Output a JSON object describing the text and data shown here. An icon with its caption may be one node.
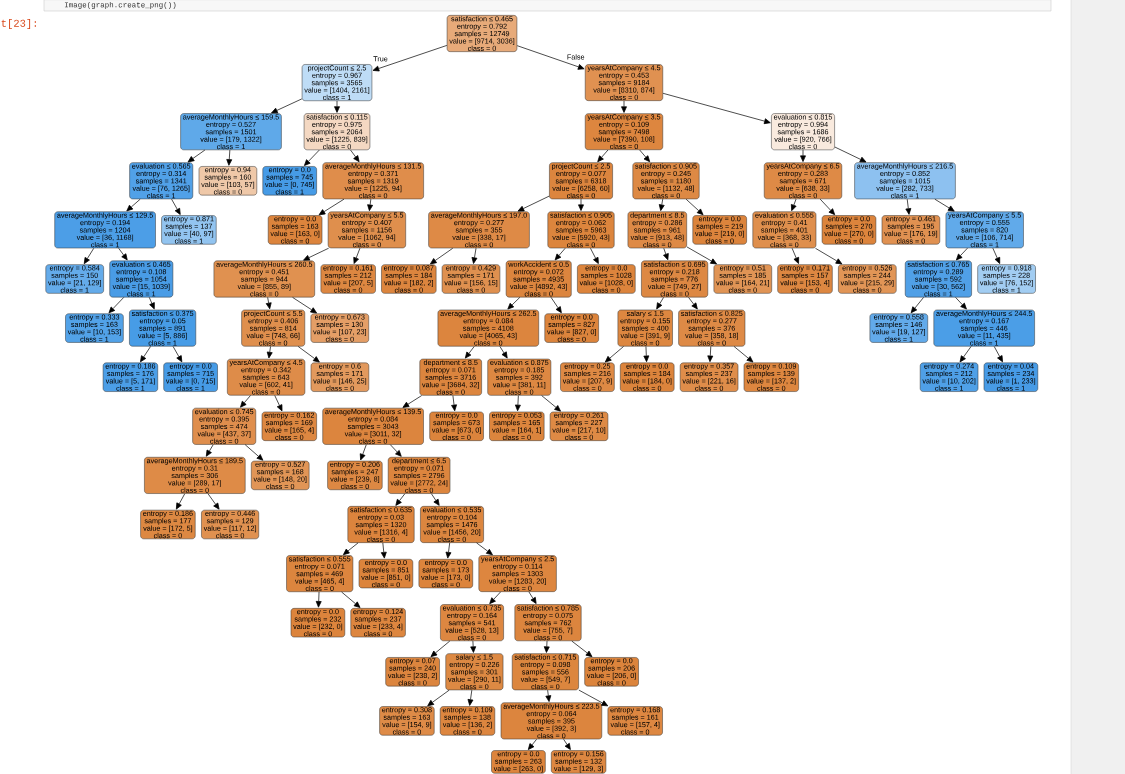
{
  "diagram": {
    "nodes": [
      {
        "text": [
          "satisfaction ≤ 0.465",
          "entropy = 0.792",
          "samples = 12749",
          "value = [9714, 3036]",
          "class = 0"
        ]
      },
      {
        "text": [
          "projectCount ≤ 2.5",
          "entropy = 0.967",
          "samples = 3565",
          "value = [1404, 2161]",
          "class = 1"
        ]
      },
      {
        "text": [
          "yearsAtCompany ≤ 4.5",
          "entropy = 0.453",
          "samples = 9184",
          "value = [8310, 874]",
          "class = 0"
        ]
      },
      {
        "text": [
          "averageMonthlyHours ≤ 159.5",
          "entropy = 0.527",
          "samples = 1501",
          "value = [179, 1322]",
          "class = 1"
        ]
      },
      {
        "text": [
          "satisfaction ≤ 0.115",
          "entropy = 0.975",
          "samples = 2064",
          "value = [1225, 839]",
          "class = 0"
        ]
      },
      {
        "text": [
          "yearsAtCompany ≤ 3.5",
          "entropy = 0.109",
          "samples = 7498",
          "value = [7390, 108]",
          "class = 0"
        ]
      },
      {
        "text": [
          "evaluation ≤ 0.815",
          "entropy = 0.994",
          "samples = 1686",
          "value = [920, 766]",
          "class = 0"
        ]
      },
      {
        "text": [
          "evaluation ≤ 0.565",
          "entropy = 0.314",
          "samples = 1341",
          "value = [76, 1265]",
          "class = 1"
        ]
      },
      {
        "text": [
          "entropy = 0.94",
          "samples = 160",
          "value = [103, 57]",
          "class = 0"
        ]
      },
      {
        "text": [
          "entropy = 0.0",
          "samples = 745",
          "value = [0, 745]",
          "class = 1"
        ]
      },
      {
        "text": [
          "averageMonthlyHours ≤ 131.5",
          "entropy = 0.371",
          "samples = 1319",
          "value = [1225, 94]",
          "class = 0"
        ]
      },
      {
        "text": [
          "projectCount ≤ 2.5",
          "entropy = 0.077",
          "samples = 6318",
          "value = [6258, 60]",
          "class = 0"
        ]
      },
      {
        "text": [
          "satisfaction ≤ 0.905",
          "entropy = 0.245",
          "samples = 1180",
          "value = [1132, 48]",
          "class = 0"
        ]
      },
      {
        "text": [
          "yearsAtCompany ≤ 6.5",
          "entropy = 0.283",
          "samples = 671",
          "value = [638, 33]",
          "class = 0"
        ]
      },
      {
        "text": [
          "averageMonthlyHours ≤ 216.5",
          "entropy = 0.852",
          "samples = 1015",
          "value = [282, 733]",
          "class = 1"
        ]
      },
      {
        "text": [
          "averageMonthlyHours ≤ 129.5",
          "entropy = 0.194",
          "samples = 1204",
          "value = [36, 1168]",
          "class = 1"
        ]
      },
      {
        "text": [
          "entropy = 0.871",
          "samples = 137",
          "value = [40, 97]",
          "class = 1"
        ]
      },
      {
        "text": [
          "entropy = 0.0",
          "samples = 163",
          "value = [163, 0]",
          "class = 0"
        ]
      },
      {
        "text": [
          "yearsAtCompany ≤ 5.5",
          "entropy = 0.407",
          "samples = 1156",
          "value = [1062, 94]",
          "class = 0"
        ]
      },
      {
        "text": [
          "averageMonthlyHours ≤ 197.0",
          "entropy = 0.277",
          "samples = 355",
          "value = [338, 17]",
          "class = 0"
        ]
      },
      {
        "text": [
          "satisfaction ≤ 0.905",
          "entropy = 0.062",
          "samples = 5963",
          "value = [5920, 43]",
          "class = 0"
        ]
      },
      {
        "text": [
          "department ≤ 8.5",
          "entropy = 0.286",
          "samples = 961",
          "value = [913, 48]",
          "class = 0"
        ]
      },
      {
        "text": [
          "entropy = 0.0",
          "samples = 219",
          "value = [219, 0]",
          "class = 0"
        ]
      },
      {
        "text": [
          "evaluation ≤ 0.555",
          "entropy = 0.41",
          "samples = 401",
          "value = [368, 33]",
          "class = 0"
        ]
      },
      {
        "text": [
          "entropy = 0.0",
          "samples = 270",
          "value = [270, 0]",
          "class = 0"
        ]
      },
      {
        "text": [
          "entropy = 0.461",
          "samples = 195",
          "value = [176, 19]",
          "class = 0"
        ]
      },
      {
        "text": [
          "yearsAtCompany ≤ 5.5",
          "entropy = 0.555",
          "samples = 820",
          "value = [106, 714]",
          "class = 1"
        ]
      },
      {
        "text": [
          "entropy = 0.584",
          "samples = 150",
          "value = [21, 129]",
          "class = 1"
        ]
      },
      {
        "text": [
          "evaluation ≤ 0.465",
          "entropy = 0.108",
          "samples = 1054",
          "value = [15, 1039]",
          "class = 1"
        ]
      },
      {
        "text": [
          "averageMonthlyHours ≤ 260.5",
          "entropy = 0.451",
          "samples = 944",
          "value = [855, 89]",
          "class = 0"
        ]
      },
      {
        "text": [
          "entropy = 0.161",
          "samples = 212",
          "value = [207, 5]",
          "class = 0"
        ]
      },
      {
        "text": [
          "entropy = 0.087",
          "samples = 184",
          "value = [182, 2]",
          "class = 0"
        ]
      },
      {
        "text": [
          "entropy = 0.429",
          "samples = 171",
          "value = [156, 15]",
          "class = 0"
        ]
      },
      {
        "text": [
          "workAccident ≤ 0.5",
          "entropy = 0.072",
          "samples = 4935",
          "value = [4892, 43]",
          "class = 0"
        ]
      },
      {
        "text": [
          "entropy = 0.0",
          "samples = 1028",
          "value = [1028, 0]",
          "class = 0"
        ]
      },
      {
        "text": [
          "satisfaction ≤ 0.695",
          "entropy = 0.218",
          "samples = 776",
          "value = [749, 27]",
          "class = 0"
        ]
      },
      {
        "text": [
          "entropy = 0.51",
          "samples = 185",
          "value = [164, 21]",
          "class = 0"
        ]
      },
      {
        "text": [
          "entropy = 0.171",
          "samples = 157",
          "value = [153, 4]",
          "class = 0"
        ]
      },
      {
        "text": [
          "entropy = 0.526",
          "samples = 244",
          "value = [215, 29]",
          "class = 0"
        ]
      },
      {
        "text": [
          "satisfaction ≤ 0.765",
          "entropy = 0.289",
          "samples = 592",
          "value = [30, 562]",
          "class = 1"
        ]
      },
      {
        "text": [
          "entropy = 0.918",
          "samples = 228",
          "value = [76, 152]",
          "class = 1"
        ]
      },
      {
        "text": [
          "entropy = 0.333",
          "samples = 163",
          "value = [10, 153]",
          "class = 1"
        ]
      },
      {
        "text": [
          "satisfaction ≤ 0.375",
          "entropy = 0.05",
          "samples = 891",
          "value = [5, 886]",
          "class = 1"
        ]
      },
      {
        "text": [
          "projectCount ≤ 5.5",
          "entropy = 0.406",
          "samples = 814",
          "value = [748, 66]",
          "class = 0"
        ]
      },
      {
        "text": [
          "entropy = 0.673",
          "samples = 130",
          "value = [107, 23]",
          "class = 0"
        ]
      },
      {
        "text": [
          "averageMonthlyHours ≤ 262.5",
          "entropy = 0.084",
          "samples = 4108",
          "value = [4065, 43]",
          "class = 0"
        ]
      },
      {
        "text": [
          "entropy = 0.0",
          "samples = 827",
          "value = [827, 0]",
          "class = 0"
        ]
      },
      {
        "text": [
          "salary ≤ 1.5",
          "entropy = 0.155",
          "samples = 400",
          "value = [391, 9]",
          "class = 0"
        ]
      },
      {
        "text": [
          "satisfaction ≤ 0.825",
          "entropy = 0.277",
          "samples = 376",
          "value = [358, 18]",
          "class = 0"
        ]
      },
      {
        "text": [
          "entropy = 0.558",
          "samples = 146",
          "value = [19, 127]",
          "class = 1"
        ]
      },
      {
        "text": [
          "averageMonthlyHours ≤ 244.5",
          "entropy = 0.167",
          "samples = 446",
          "value = [11, 435]",
          "class = 1"
        ]
      },
      {
        "text": [
          "entropy = 0.186",
          "samples = 176",
          "value = [5, 171]",
          "class = 1"
        ]
      },
      {
        "text": [
          "entropy = 0.0",
          "samples = 715",
          "value = [0, 715]",
          "class = 1"
        ]
      },
      {
        "text": [
          "yearsAtCompany ≤ 4.5",
          "entropy = 0.342",
          "samples = 643",
          "value = [602, 41]",
          "class = 0"
        ]
      },
      {
        "text": [
          "entropy = 0.6",
          "samples = 171",
          "value = [146, 25]",
          "class = 0"
        ]
      },
      {
        "text": [
          "department ≤ 8.5",
          "entropy = 0.071",
          "samples = 3716",
          "value = [3684, 32]",
          "class = 0"
        ]
      },
      {
        "text": [
          "evaluation ≤ 0.875",
          "entropy = 0.185",
          "samples = 392",
          "value = [381, 11]",
          "class = 0"
        ]
      },
      {
        "text": [
          "entropy = 0.25",
          "samples = 216",
          "value = [207, 9]",
          "class = 0"
        ]
      },
      {
        "text": [
          "entropy = 0.0",
          "samples = 184",
          "value = [184, 0]",
          "class = 0"
        ]
      },
      {
        "text": [
          "entropy = 0.357",
          "samples = 237",
          "value = [221, 16]",
          "class = 0"
        ]
      },
      {
        "text": [
          "entropy = 0.109",
          "samples = 139",
          "value = [137, 2]",
          "class = 0"
        ]
      },
      {
        "text": [
          "entropy = 0.274",
          "samples = 212",
          "value = [10, 202]",
          "class = 1"
        ]
      },
      {
        "text": [
          "entropy = 0.04",
          "samples = 234",
          "value = [1, 233]",
          "class = 1"
        ]
      },
      {
        "text": [
          "evaluation ≤ 0.745",
          "entropy = 0.395",
          "samples = 474",
          "value = [437, 37]",
          "class = 0"
        ]
      },
      {
        "text": [
          "entropy = 0.162",
          "samples = 169",
          "value = [165, 4]",
          "class = 0"
        ]
      },
      {
        "text": [
          "averageMonthlyHours ≤ 139.5",
          "entropy = 0.084",
          "samples = 3043",
          "value = [3011, 32]",
          "class = 0"
        ]
      },
      {
        "text": [
          "entropy = 0.0",
          "samples = 673",
          "value = [673, 0]",
          "class = 0"
        ]
      },
      {
        "text": [
          "entropy = 0.053",
          "samples = 165",
          "value = [164, 1]",
          "class = 0"
        ]
      },
      {
        "text": [
          "entropy = 0.261",
          "samples = 227",
          "value = [217, 10]",
          "class = 0"
        ]
      },
      {
        "text": [
          "averageMonthlyHours ≤ 189.5",
          "entropy = 0.31",
          "samples = 306",
          "value = [289, 17]",
          "class = 0"
        ]
      },
      {
        "text": [
          "entropy = 0.527",
          "samples = 168",
          "value = [148, 20]",
          "class = 0"
        ]
      },
      {
        "text": [
          "entropy = 0.206",
          "samples = 247",
          "value = [239, 8]",
          "class = 0"
        ]
      },
      {
        "text": [
          "department ≤ 6.5",
          "entropy = 0.071",
          "samples = 2796",
          "value = [2772, 24]",
          "class = 0"
        ]
      },
      {
        "text": [
          "entropy = 0.186",
          "samples = 177",
          "value = [172, 5]",
          "class = 0"
        ]
      },
      {
        "text": [
          "entropy = 0.446",
          "samples = 129",
          "value = [117, 12]",
          "class = 0"
        ]
      },
      {
        "text": [
          "satisfaction ≤ 0.635",
          "entropy = 0.03",
          "samples = 1320",
          "value = [1316, 4]",
          "class = 0"
        ]
      },
      {
        "text": [
          "evaluation ≤ 0.535",
          "entropy = 0.104",
          "samples = 1476",
          "value = [1456, 20]",
          "class = 0"
        ]
      },
      {
        "text": [
          "satisfaction ≤ 0.555",
          "entropy = 0.071",
          "samples = 469",
          "value = [465, 4]",
          "class = 0"
        ]
      },
      {
        "text": [
          "entropy = 0.0",
          "samples = 851",
          "value = [851, 0]",
          "class = 0"
        ]
      },
      {
        "text": [
          "entropy = 0.0",
          "samples = 173",
          "value = [173, 0]",
          "class = 0"
        ]
      },
      {
        "text": [
          "yearsAtCompany ≤ 2.5",
          "entropy = 0.114",
          "samples = 1303",
          "value = [1283, 20]",
          "class = 0"
        ]
      },
      {
        "text": [
          "entropy = 0.0",
          "samples = 232",
          "value = [232, 0]",
          "class = 0"
        ]
      },
      {
        "text": [
          "entropy = 0.124",
          "samples = 237",
          "value = [233, 4]",
          "class = 0"
        ]
      },
      {
        "text": [
          "evaluation ≤ 0.735",
          "entropy = 0.164",
          "samples = 541",
          "value = [528, 13]",
          "class = 0"
        ]
      },
      {
        "text": [
          "satisfaction ≤ 0.785",
          "entropy = 0.075",
          "samples = 762",
          "value = [755, 7]",
          "class = 0"
        ]
      },
      {
        "text": [
          "entropy = 0.07",
          "samples = 240",
          "value = [238, 2]",
          "class = 0"
        ]
      },
      {
        "text": [
          "salary ≤ 1.5",
          "entropy = 0.226",
          "samples = 301",
          "value = [290, 11]",
          "class = 0"
        ]
      },
      {
        "text": [
          "satisfaction ≤ 0.715",
          "entropy = 0.098",
          "samples = 556",
          "value = [549, 7]",
          "class = 0"
        ]
      },
      {
        "text": [
          "entropy = 0.0",
          "samples = 206",
          "value = [206, 0]",
          "class = 0"
        ]
      },
      {
        "text": [
          "entropy = 0.308",
          "samples = 163",
          "value = [154, 9]",
          "class = 0"
        ]
      },
      {
        "text": [
          "entropy = 0.109",
          "samples = 138",
          "value = [136, 2]",
          "class = 0"
        ]
      },
      {
        "text": [
          "averageMonthlyHours ≤ 223.5",
          "entropy = 0.064",
          "samples = 395",
          "value = [392, 3]",
          "class = 0"
        ]
      },
      {
        "text": [
          "entropy = 0.168",
          "samples = 161",
          "value = [157, 4]",
          "class = 0"
        ]
      },
      {
        "text": [
          "entropy = 0.0",
          "samples = 263",
          "value = [263, 0]"
        ]
      },
      {
        "text": [
          "entropy = 0.156",
          "samples = 132",
          "value = [129, 3]"
        ]
      }
    ],
    "edges": [
      {
        "from": 0,
        "to": 1,
        "arrow": "to",
        "label": "True"
      },
      {
        "from": 0,
        "to": 2,
        "arrow": "to",
        "label": "False"
      },
      {
        "from": 1,
        "to": 3,
        "arrow": "to"
      },
      {
        "from": 1,
        "to": 4,
        "arrow": "to"
      },
      {
        "from": 2,
        "to": 5,
        "arrow": "to"
      },
      {
        "from": 2,
        "to": 6,
        "arrow": "to"
      },
      {
        "from": 3,
        "to": 7,
        "arrow": "to"
      },
      {
        "from": 3,
        "to": 8,
        "arrow": "to"
      },
      {
        "from": 4,
        "to": 9,
        "arrow": "to"
      },
      {
        "from": 4,
        "to": 10,
        "arrow": "to"
      },
      {
        "from": 5,
        "to": 11,
        "arrow": "to"
      },
      {
        "from": 5,
        "to": 12,
        "arrow": "to"
      },
      {
        "from": 6,
        "to": 13,
        "arrow": "to"
      },
      {
        "from": 6,
        "to": 14,
        "arrow": "to"
      },
      {
        "from": 7,
        "to": 15,
        "arrow": "to"
      },
      {
        "from": 7,
        "to": 16,
        "arrow": "to"
      },
      {
        "from": 10,
        "to": 17,
        "arrow": "to"
      },
      {
        "from": 10,
        "to": 18,
        "arrow": "to"
      },
      {
        "from": 11,
        "to": 19,
        "arrow": "to"
      },
      {
        "from": 11,
        "to": 20,
        "arrow": "to"
      },
      {
        "from": 12,
        "to": 21,
        "arrow": "to"
      },
      {
        "from": 12,
        "to": 22,
        "arrow": "to"
      },
      {
        "from": 13,
        "to": 23,
        "arrow": "to"
      },
      {
        "from": 13,
        "to": 24,
        "arrow": "to"
      },
      {
        "from": 14,
        "to": 25,
        "arrow": "to"
      },
      {
        "from": 14,
        "to": 26,
        "arrow": "to"
      },
      {
        "from": 15,
        "to": 27,
        "arrow": "to"
      },
      {
        "from": 15,
        "to": 28,
        "arrow": "to"
      },
      {
        "from": 18,
        "to": 29,
        "arrow": "to"
      },
      {
        "from": 18,
        "to": 30,
        "arrow": "to"
      },
      {
        "from": 19,
        "to": 31,
        "arrow": "to"
      },
      {
        "from": 19,
        "to": 32,
        "arrow": "to"
      },
      {
        "from": 20,
        "to": 33,
        "arrow": "to"
      },
      {
        "from": 20,
        "to": 34,
        "arrow": "to"
      },
      {
        "from": 21,
        "to": 35,
        "arrow": "to"
      },
      {
        "from": 21,
        "to": 36,
        "arrow": "to"
      },
      {
        "from": 23,
        "to": 37,
        "arrow": "to"
      },
      {
        "from": 23,
        "to": 38,
        "arrow": "to"
      },
      {
        "from": 26,
        "to": 39,
        "arrow": "to"
      },
      {
        "from": 26,
        "to": 40,
        "arrow": "to"
      },
      {
        "from": 28,
        "to": 41,
        "arrow": "to"
      },
      {
        "from": 28,
        "to": 42,
        "arrow": "to"
      },
      {
        "from": 29,
        "to": 43,
        "arrow": "to"
      },
      {
        "from": 29,
        "to": 44,
        "arrow": "to"
      },
      {
        "from": 33,
        "to": 45,
        "arrow": "to"
      },
      {
        "from": 33,
        "to": 46,
        "arrow": "to"
      },
      {
        "from": 35,
        "to": 47,
        "arrow": "to"
      },
      {
        "from": 35,
        "to": 48,
        "arrow": "to"
      },
      {
        "from": 39,
        "to": 49,
        "arrow": "to"
      },
      {
        "from": 39,
        "to": 50,
        "arrow": "to"
      },
      {
        "from": 42,
        "to": 51,
        "arrow": "to"
      },
      {
        "from": 42,
        "to": 52,
        "arrow": "to"
      },
      {
        "from": 43,
        "to": 53,
        "arrow": "to"
      },
      {
        "from": 43,
        "to": 54,
        "arrow": "to"
      },
      {
        "from": 45,
        "to": 55,
        "arrow": "to"
      },
      {
        "from": 45,
        "to": 56,
        "arrow": "to"
      },
      {
        "from": 47,
        "to": 57,
        "arrow": "to"
      },
      {
        "from": 47,
        "to": 58,
        "arrow": "to"
      },
      {
        "from": 48,
        "to": 59,
        "arrow": "to"
      },
      {
        "from": 48,
        "to": 60,
        "arrow": "to"
      },
      {
        "from": 50,
        "to": 61,
        "arrow": "to"
      },
      {
        "from": 50,
        "to": 62,
        "arrow": "to"
      },
      {
        "from": 53,
        "to": 63,
        "arrow": "to"
      },
      {
        "from": 53,
        "to": 64,
        "arrow": "to"
      },
      {
        "from": 55,
        "to": 65,
        "arrow": "to"
      },
      {
        "from": 55,
        "to": 66,
        "arrow": "to"
      },
      {
        "from": 56,
        "to": 67,
        "arrow": "to"
      },
      {
        "from": 56,
        "to": 68,
        "arrow": "to"
      },
      {
        "from": 63,
        "to": 69,
        "arrow": "to"
      },
      {
        "from": 63,
        "to": 70,
        "arrow": "to"
      },
      {
        "from": 65,
        "to": 71,
        "arrow": "to"
      },
      {
        "from": 65,
        "to": 72,
        "arrow": "to"
      },
      {
        "from": 69,
        "to": 73,
        "arrow": "to"
      },
      {
        "from": 69,
        "to": 74,
        "arrow": "to"
      },
      {
        "from": 72,
        "to": 75,
        "arrow": "to"
      },
      {
        "from": 72,
        "to": 76,
        "arrow": "to"
      },
      {
        "from": 75,
        "to": 77,
        "arrow": "to"
      },
      {
        "from": 75,
        "to": 78,
        "arrow": "to"
      },
      {
        "from": 76,
        "to": 79,
        "arrow": "to"
      },
      {
        "from": 76,
        "to": 80,
        "arrow": "to"
      },
      {
        "from": 77,
        "to": 81,
        "arrow": "to"
      },
      {
        "from": 77,
        "to": 82,
        "arrow": "to"
      },
      {
        "from": 80,
        "to": 83,
        "arrow": "to"
      },
      {
        "from": 80,
        "to": 84,
        "arrow": "to"
      },
      {
        "from": 83,
        "to": 85,
        "arrow": "to"
      },
      {
        "from": 83,
        "to": 86,
        "arrow": "to"
      },
      {
        "from": 84,
        "to": 87,
        "arrow": "to"
      },
      {
        "from": 84,
        "to": 88,
        "arrow": "to"
      },
      {
        "from": 86,
        "to": 89,
        "arrow": "to"
      },
      {
        "from": 86,
        "to": 90,
        "arrow": "to"
      },
      {
        "from": 87,
        "to": 91,
        "arrow": "to"
      },
      {
        "from": 87,
        "to": 92,
        "arrow": "to"
      },
      {
        "from": 91,
        "to": 93,
        "arrow": "to"
      },
      {
        "from": 91,
        "to": 94,
        "arrow": "to"
      }
    ],
    "labels": [
      "Image(graph.create_png())",
      "t[23]:"
    ]
  }
}
